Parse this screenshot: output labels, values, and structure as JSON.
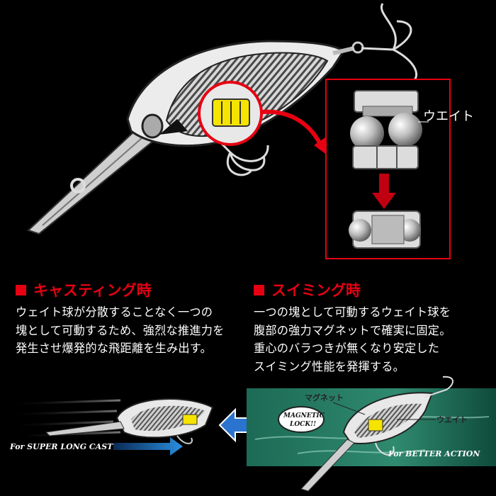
{
  "callout": {
    "weight_label": "ウエイト"
  },
  "casting": {
    "heading": "キャスティング時",
    "lines": [
      "ウェイト球が分散することなく一つの",
      "塊として可動するため、強烈な推進力を",
      "発生させ爆発的な飛距離を生み出す。"
    ]
  },
  "swimming": {
    "heading": "スイミング時",
    "lines": [
      "一つの塊として可動するウェイト球を",
      "腹部の強力マグネットで確実に固定。",
      "重心のバラつきが無くなり安定した",
      "スイミング性能を発揮する。"
    ]
  },
  "bottom": {
    "left_caption": "For SUPER LONG CAST",
    "right_caption": "For BETTER ACTION",
    "magnet_label": "マグネット",
    "weight_label": "ウエイト",
    "badge_line1": "MAGNETIC",
    "badge_line2": "LOCK!!"
  },
  "colors": {
    "accent_red": "#e60012",
    "panel_green": "#1c6a55",
    "arrow_blue": "#2a8fe0"
  }
}
